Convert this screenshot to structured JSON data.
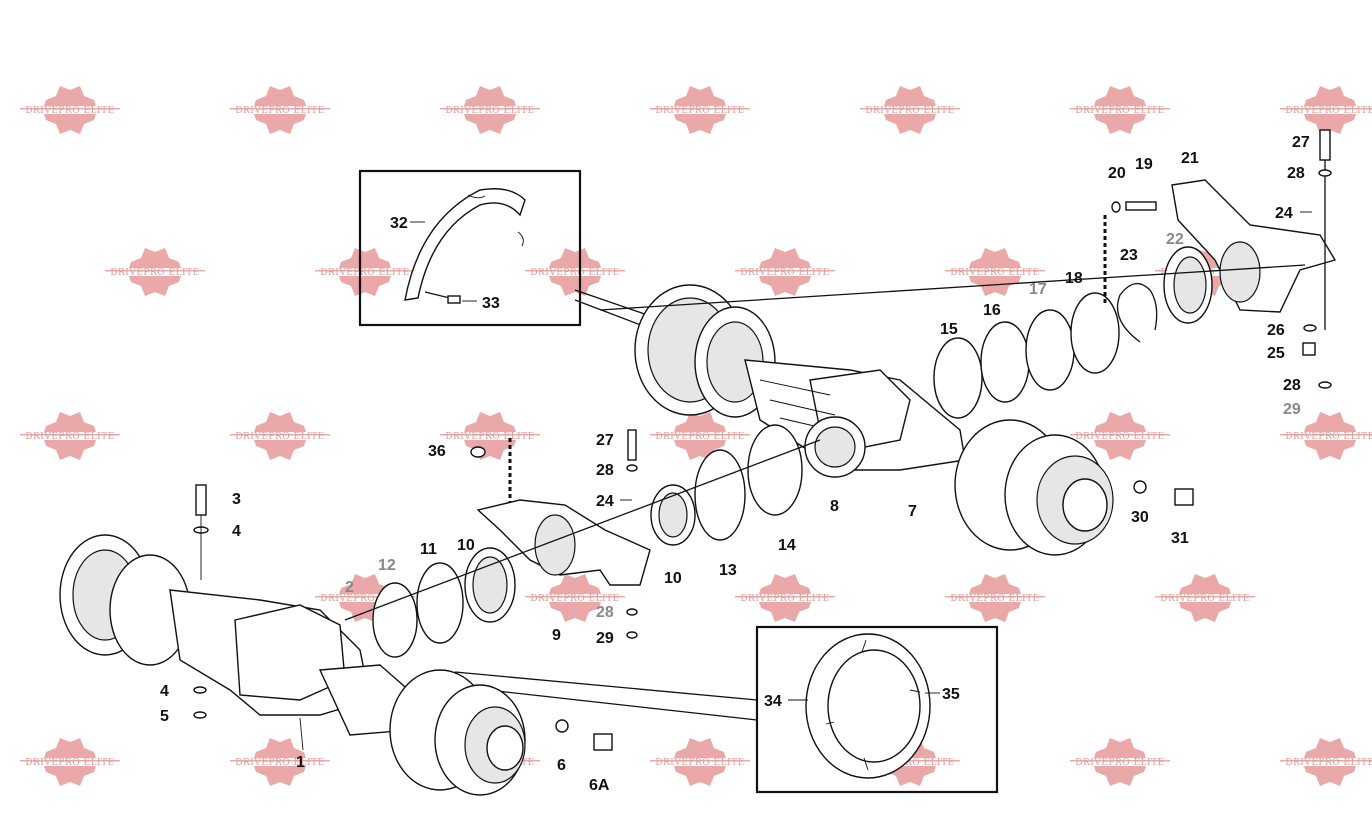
{
  "watermark": {
    "text": "DRIVEPRO ELITE",
    "color": "#d98a8a"
  },
  "callouts": [
    "1",
    "2",
    "3",
    "4",
    "4",
    "5",
    "6",
    "6A",
    "7",
    "8",
    "9",
    "10",
    "10",
    "11",
    "12",
    "13",
    "14",
    "15",
    "16",
    "17",
    "18",
    "19",
    "20",
    "21",
    "22",
    "23",
    "24",
    "24",
    "25",
    "26",
    "27",
    "27",
    "28",
    "28",
    "28",
    "28",
    "29",
    "29",
    "30",
    "31",
    "32",
    "33",
    "34",
    "35",
    "36"
  ]
}
